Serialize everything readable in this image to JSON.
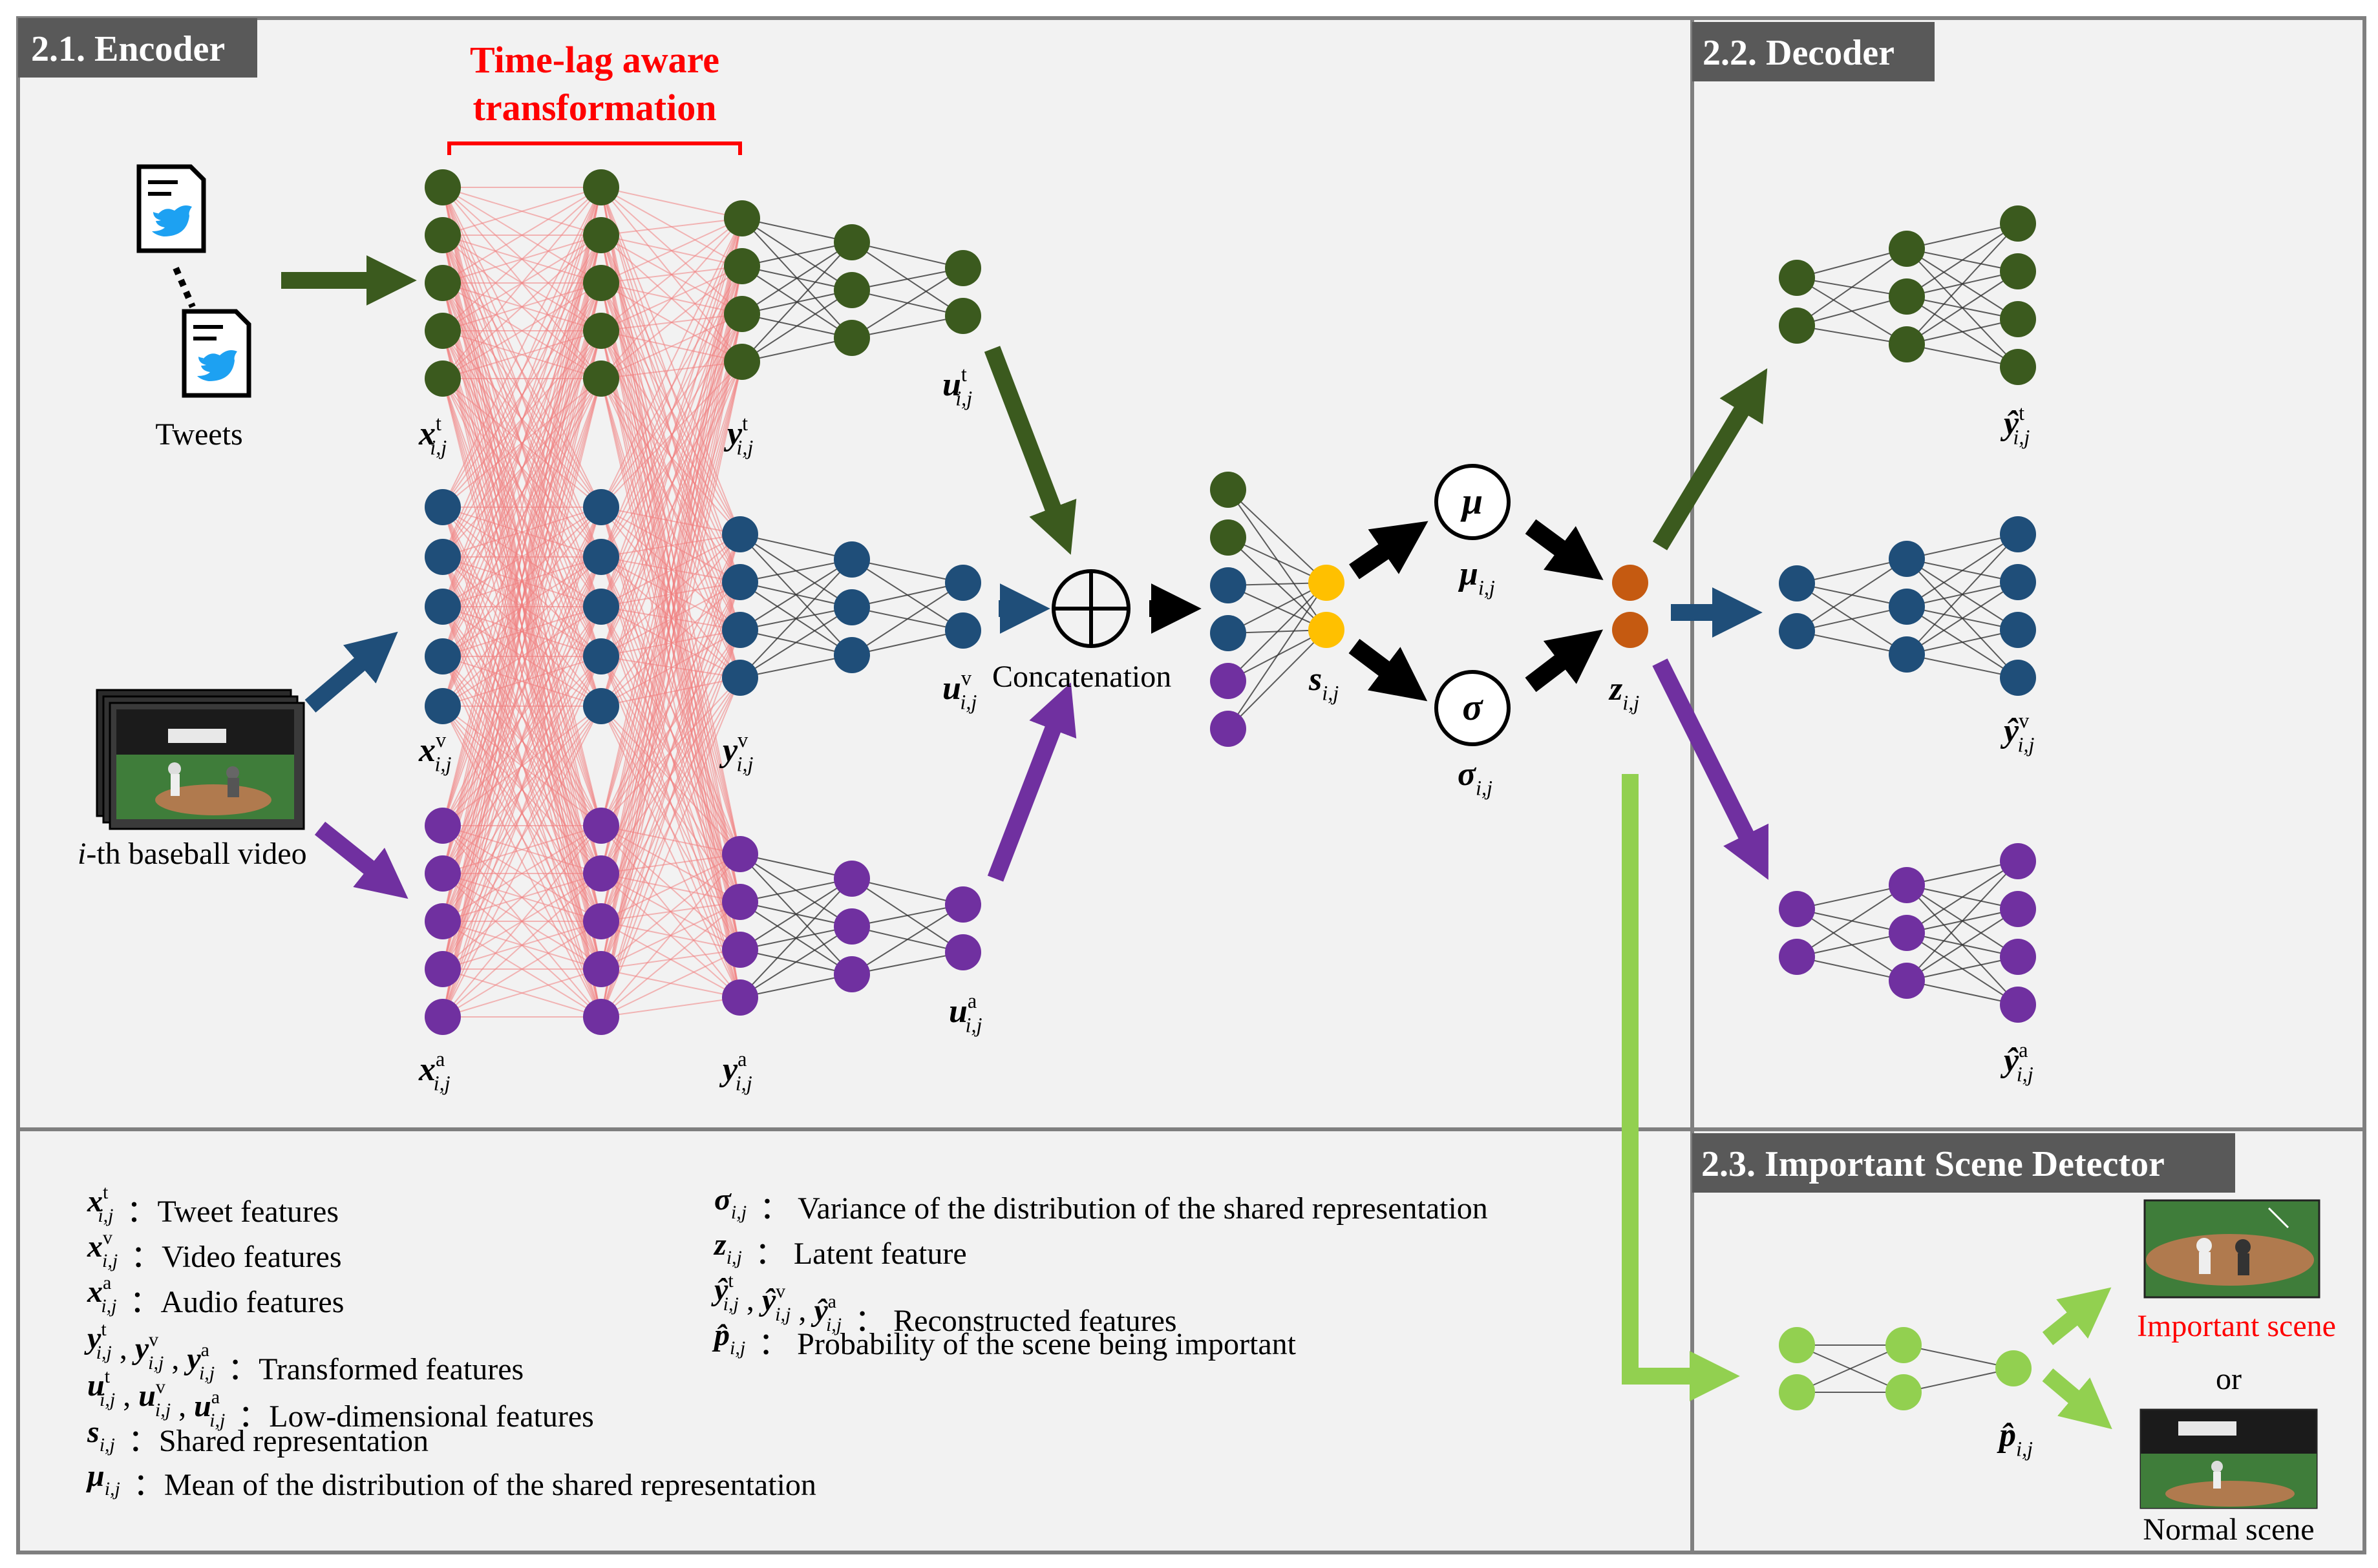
{
  "panels": {
    "encoder": {
      "title": "2.1. Encoder"
    },
    "decoder": {
      "title": "2.2. Decoder"
    },
    "detector": {
      "title": "2.3. Important Scene Detector"
    }
  },
  "encoder": {
    "time_lag_label_line1": "Time-lag aware",
    "time_lag_label_line2": "transformation",
    "tweets_label": "Tweets",
    "video_label_italic": "i",
    "video_label_rest": "-th baseball video",
    "concatenation_label": "Concatenation",
    "concat_symbol": "⊕"
  },
  "math": {
    "x_t": {
      "base": "x",
      "sup": "t",
      "sub": "i,j"
    },
    "x_v": {
      "base": "x",
      "sup": "v",
      "sub": "i,j"
    },
    "x_a": {
      "base": "x",
      "sup": "a",
      "sub": "i,j"
    },
    "y_t": {
      "base": "y",
      "sup": "t",
      "sub": "i,j"
    },
    "y_v": {
      "base": "y",
      "sup": "v",
      "sub": "i,j"
    },
    "y_a": {
      "base": "y",
      "sup": "a",
      "sub": "i,j"
    },
    "u_t": {
      "base": "u",
      "sup": "t",
      "sub": "i,j"
    },
    "u_v": {
      "base": "u",
      "sup": "v",
      "sub": "i,j"
    },
    "u_a": {
      "base": "u",
      "sup": "a",
      "sub": "i,j"
    },
    "s": {
      "base": "s",
      "sub": "i,j"
    },
    "mu_symbol": "μ",
    "mu": {
      "base": "μ",
      "sub": "i,j"
    },
    "sigma_symbol": "σ",
    "sigma": {
      "base": "σ",
      "sub": "i,j"
    },
    "z": {
      "base": "z",
      "sub": "i,j"
    },
    "yhat_t": {
      "base": "ŷ",
      "sup": "t",
      "sub": "i,j"
    },
    "yhat_v": {
      "base": "ŷ",
      "sup": "v",
      "sub": "i,j"
    },
    "yhat_a": {
      "base": "ŷ",
      "sup": "a",
      "sub": "i,j"
    },
    "p": {
      "base": "p̂",
      "sub": "i,j"
    }
  },
  "detector": {
    "important_label": "Important scene",
    "or_label": "or",
    "normal_label": "Normal scene"
  },
  "legend": [
    {
      "symbol": "x^t_{i,j}",
      "text": "：Tweet features"
    },
    {
      "symbol": "x^v_{i,j}",
      "text": "：Video features"
    },
    {
      "symbol": "x^a_{i,j}",
      "text": "：Audio features"
    },
    {
      "symbol": "y^t_{i,j} , y^v_{i,j} , y^a_{i,j}",
      "text": "：Transformed features"
    },
    {
      "symbol": "u^t_{i,j} , u^v_{i,j} , u^a_{i,j}",
      "text": "：Low-dimensional features"
    },
    {
      "symbol": "s_{i,j}",
      "text": "：Shared representation"
    },
    {
      "symbol": "μ_{i,j}",
      "text": "：Mean of the distribution of the shared representation"
    },
    {
      "symbol": "σ_{i,j}",
      "text": "：  Variance of the distribution of the shared representation"
    },
    {
      "symbol": "z_{i,j}",
      "text": "：  Latent feature"
    },
    {
      "symbol": "ŷ^t_{i,j} , ŷ^v_{i,j} , ŷ^a_{i,j}",
      "text": "：  Reconstructed features"
    },
    {
      "symbol": "p̂_{i,j}",
      "text": "：  Probability of the scene being important"
    }
  ],
  "colors": {
    "tweet": "#3b5a1e",
    "video": "#1f4e79",
    "audio": "#7030a0",
    "shared": "#ffc000",
    "latent": "#c55a11",
    "detector": "#92d050",
    "transform_lines": "#f08080",
    "title_red": "#ff0000",
    "panel_header": "#595959",
    "panel_bg": "#f2f2f2",
    "border": "#7f7f7f"
  }
}
